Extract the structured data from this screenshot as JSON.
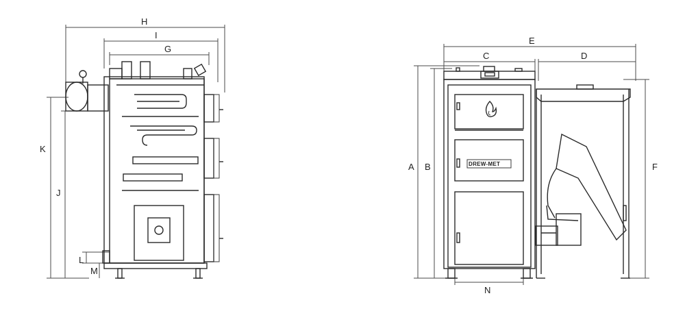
{
  "dimension_labels": {
    "H": "H",
    "I": "I",
    "G": "G",
    "K": "K",
    "J": "J",
    "L": "L",
    "M": "M",
    "E": "E",
    "C": "C",
    "D": "D",
    "A": "A",
    "B": "B",
    "F": "F",
    "N": "N"
  },
  "brand": {
    "name": "DREW-MET"
  },
  "icons": {
    "flame": "flame-icon"
  }
}
